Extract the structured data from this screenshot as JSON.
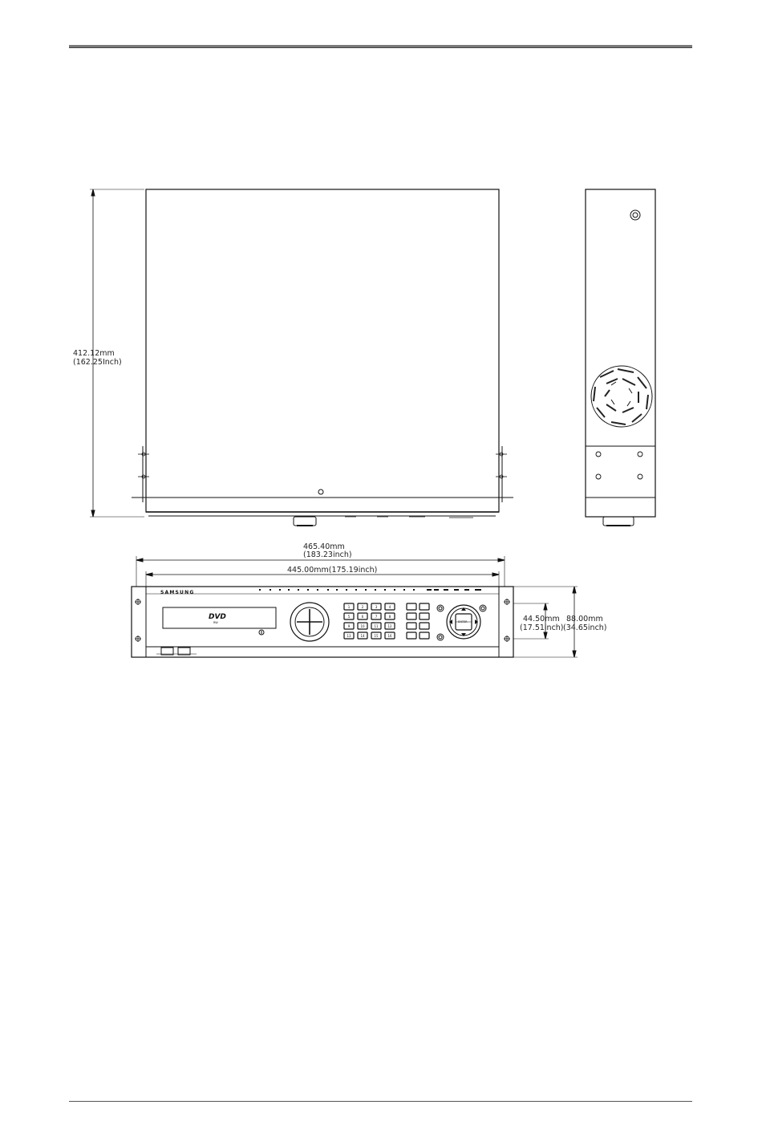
{
  "dimensions": {
    "depth_mm": "412.12mm",
    "depth_inch": "(162.25Inch)",
    "rack_width_mm": "465.40mm",
    "rack_width_inch": "(183.23inch)",
    "body_width": "445.00mm(175.19inch)",
    "unit_height_mm": "44.50mm",
    "unit_height_inch": "(17.51inch)",
    "total_height_mm": "88.00mm",
    "total_height_inch": "(34.65inch)"
  },
  "front_panel": {
    "brand": "SAMSUNG",
    "disc_logo": "DVD",
    "disc_logo_sub": "RW",
    "nav_center": "ENTER",
    "number_keys": [
      "1",
      "2",
      "3",
      "4",
      "5",
      "6",
      "7",
      "8",
      "9",
      "10",
      "11",
      "12",
      "13",
      "14",
      "15",
      "16"
    ]
  }
}
